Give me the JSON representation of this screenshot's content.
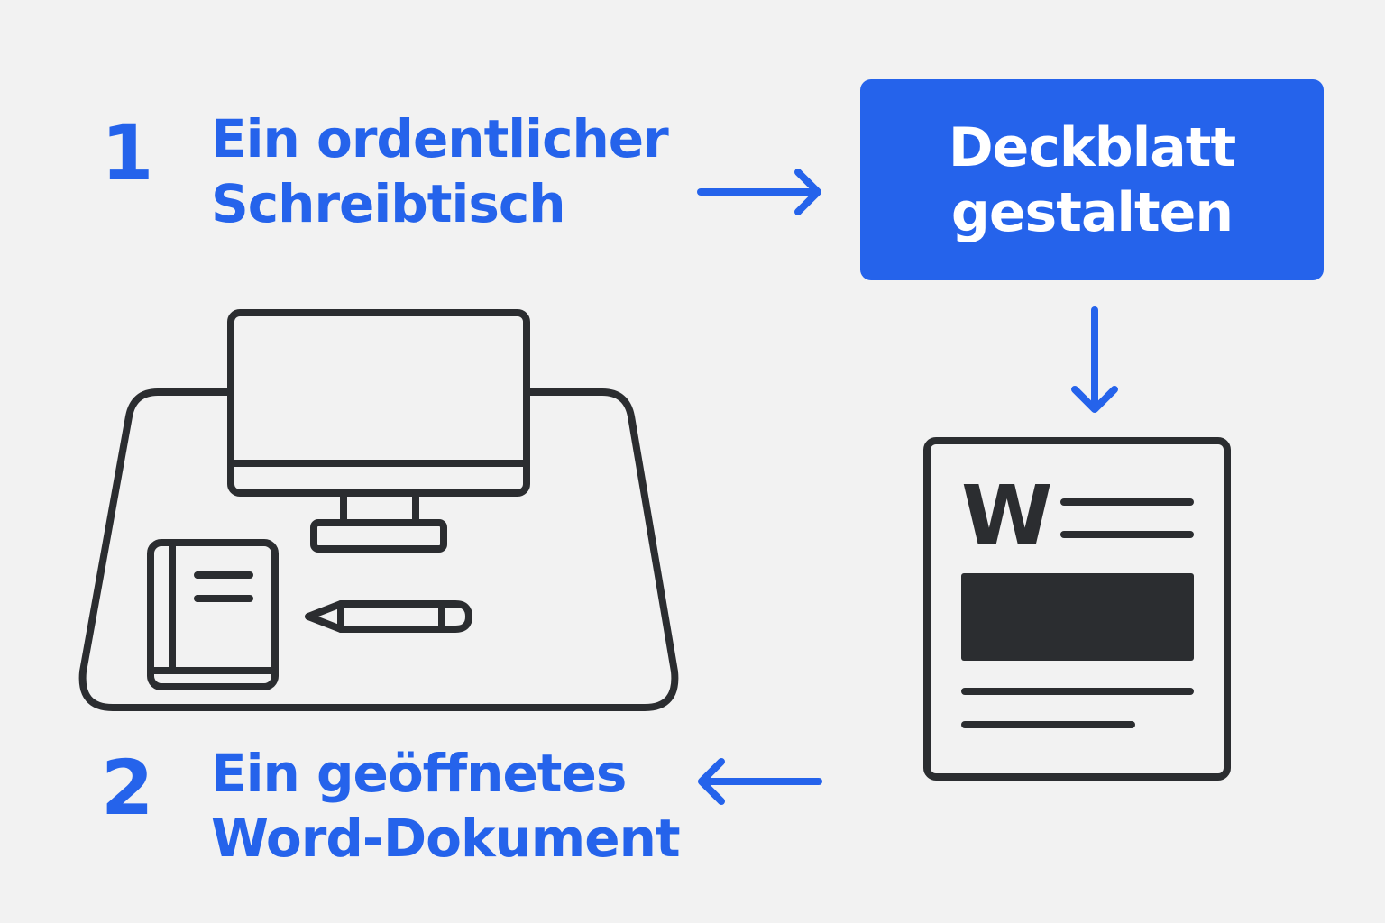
{
  "steps": [
    {
      "number": "1",
      "lines": [
        "Ein ordentlicher",
        "Schreibtisch"
      ]
    },
    {
      "number": "2",
      "lines": [
        "Ein geöffnetes",
        "Word-Dokument"
      ]
    }
  ],
  "box": {
    "lines": [
      "Deckblatt",
      "gestalten"
    ]
  },
  "document_icon": {
    "letter": "W"
  },
  "colors": {
    "accent": "#2563eb",
    "ink": "#2b2d30",
    "background": "#f2f2f2",
    "box_text": "#ffffff"
  },
  "icons": [
    "desk-icon",
    "monitor-icon",
    "notebook-icon",
    "pencil-icon",
    "word-document-icon",
    "arrow-right-icon",
    "arrow-down-icon",
    "arrow-left-icon"
  ]
}
